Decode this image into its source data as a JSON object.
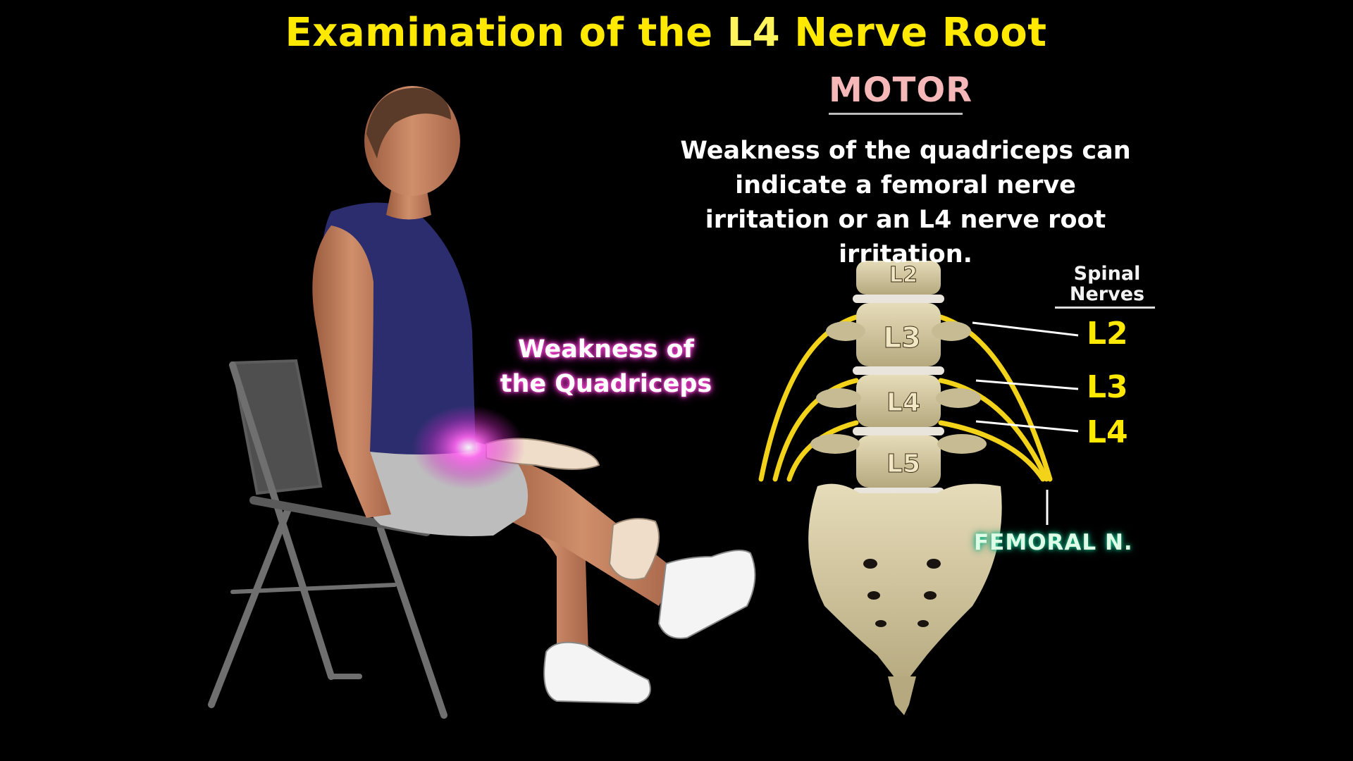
{
  "title": {
    "before": "Examination of the ",
    "highlight": "L4",
    "after": " Nerve Root"
  },
  "section_heading": "MOTOR",
  "description": "Weakness of the quadriceps can indicate a femoral nerve irritation or an L4 nerve root irritation.",
  "figure_label": {
    "line1": "Weakness of",
    "line2": "the Quadriceps"
  },
  "spinal_nerves_heading": {
    "line1": "Spinal",
    "line2": "Nerves"
  },
  "nerve_labels": [
    "L2",
    "L3",
    "L4"
  ],
  "vertebra_labels": [
    "L2",
    "L3",
    "L4",
    "L5"
  ],
  "femoral_label": "FEMORAL N.",
  "colors": {
    "title": "#ffe900",
    "motor": "#f5b7b7",
    "nerve": "#f3d21a",
    "bone": "#cfc4a1",
    "glow": "#ff3fe0"
  }
}
